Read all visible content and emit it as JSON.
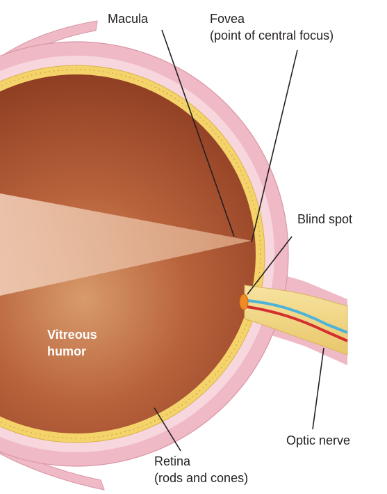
{
  "labels": {
    "macula": "Macula",
    "fovea_title": "Fovea",
    "fovea_sub": "(point of central focus)",
    "blind_spot": "Blind spot",
    "vitreous_1": "Vitreous",
    "vitreous_2": "humor",
    "optic_nerve": "Optic nerve",
    "retina_title": "Retina",
    "retina_sub": "(rods and cones)"
  },
  "colors": {
    "background": "#ffffff",
    "sclera": "#efb9c5",
    "choroid": "#f7d6dd",
    "retina": "#f4d46a",
    "vitreous_dark": "#9d4a2c",
    "vitreous_light": "#ce8a5f",
    "light_cone": "#e7bb9e",
    "optic_nerve": "#f3d98a",
    "artery": "#d32f2f",
    "vein": "#4cb3d9",
    "blind_spot": "#f08a24",
    "leader_line": "#231f20"
  }
}
